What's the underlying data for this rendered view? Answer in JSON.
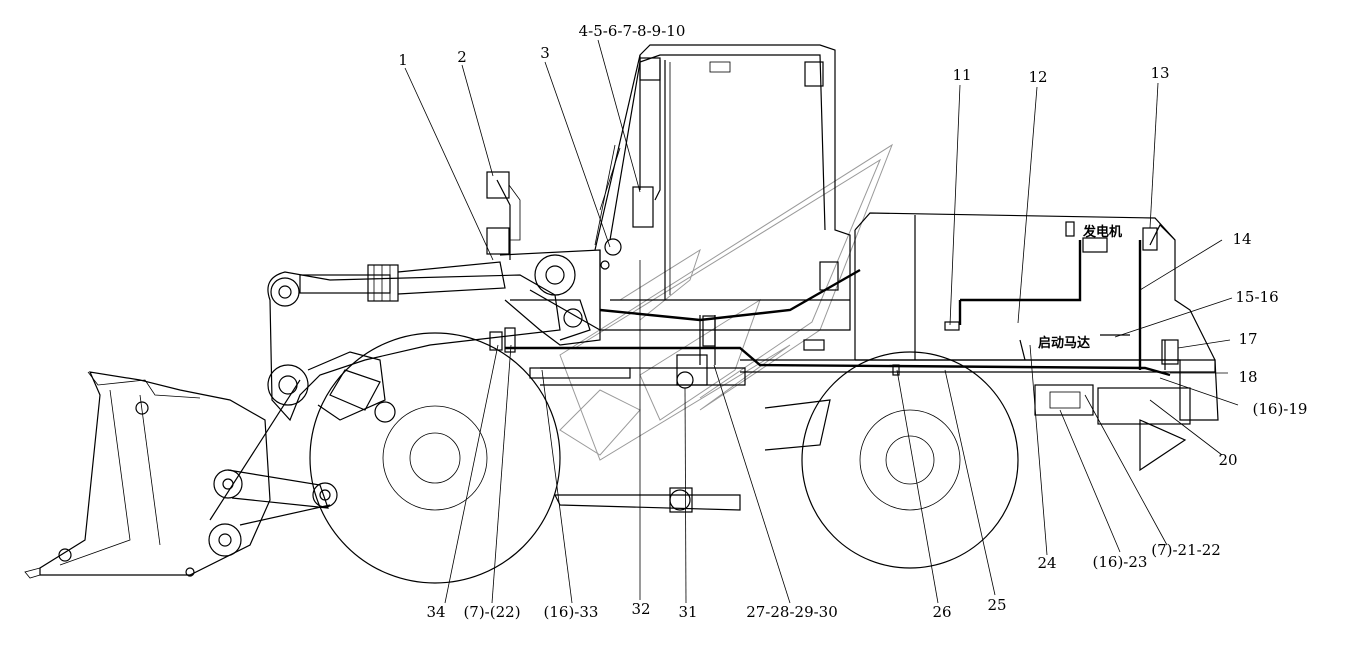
{
  "diagram": {
    "callouts": [
      {
        "id": "c1",
        "text": "1"
      },
      {
        "id": "c2",
        "text": "2"
      },
      {
        "id": "c3",
        "text": "3"
      },
      {
        "id": "c4",
        "text": "4-5-6-7-8-9-10"
      },
      {
        "id": "c11",
        "text": "11"
      },
      {
        "id": "c12",
        "text": "12"
      },
      {
        "id": "c13",
        "text": "13"
      },
      {
        "id": "c14",
        "text": "14"
      },
      {
        "id": "c15",
        "text": "15-16"
      },
      {
        "id": "c17",
        "text": "17"
      },
      {
        "id": "c18",
        "text": "18"
      },
      {
        "id": "c19",
        "text": "(16)-19"
      },
      {
        "id": "c20",
        "text": "20"
      },
      {
        "id": "c21",
        "text": "(7)-21-22"
      },
      {
        "id": "c23",
        "text": "(16)-23"
      },
      {
        "id": "c24",
        "text": "24"
      },
      {
        "id": "c25",
        "text": "25"
      },
      {
        "id": "c26",
        "text": "26"
      },
      {
        "id": "c27",
        "text": "27-28-29-30"
      },
      {
        "id": "c31",
        "text": "31"
      },
      {
        "id": "c32",
        "text": "32"
      },
      {
        "id": "c33",
        "text": "(16)-33"
      },
      {
        "id": "c22b",
        "text": "(7)-(22)"
      },
      {
        "id": "c34",
        "text": "34"
      }
    ],
    "component_labels": {
      "generator": "发电机",
      "starter_motor": "启动马达"
    }
  }
}
